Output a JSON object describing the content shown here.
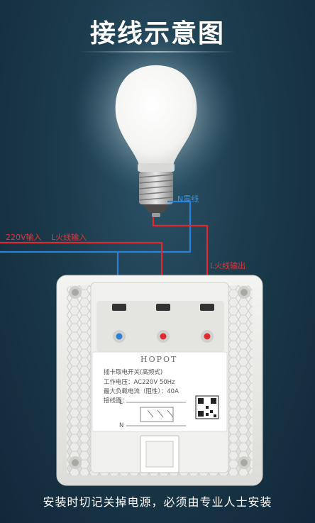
{
  "title": "接线示意图",
  "labels": {
    "input_220v": "220V输入",
    "live_input": "L火线输入",
    "neutral": "N零线",
    "live_output": "L火线输出"
  },
  "switch_panel": {
    "brand": "HOPOT",
    "product": "插卡取电开关(高频式)",
    "voltage": "工作电压：AC220V 50Hz",
    "max_load": "最大负载电流（阻性）：40A",
    "wiring_label": "接线图：",
    "terminal_l": "L",
    "terminal_n": "N"
  },
  "footer": "安装时切记关掉电源，必须由专业人士安装",
  "colors": {
    "live_wire": "#e02a30",
    "neutral_wire": "#2e7fd6",
    "background": "#1b3a4a"
  }
}
